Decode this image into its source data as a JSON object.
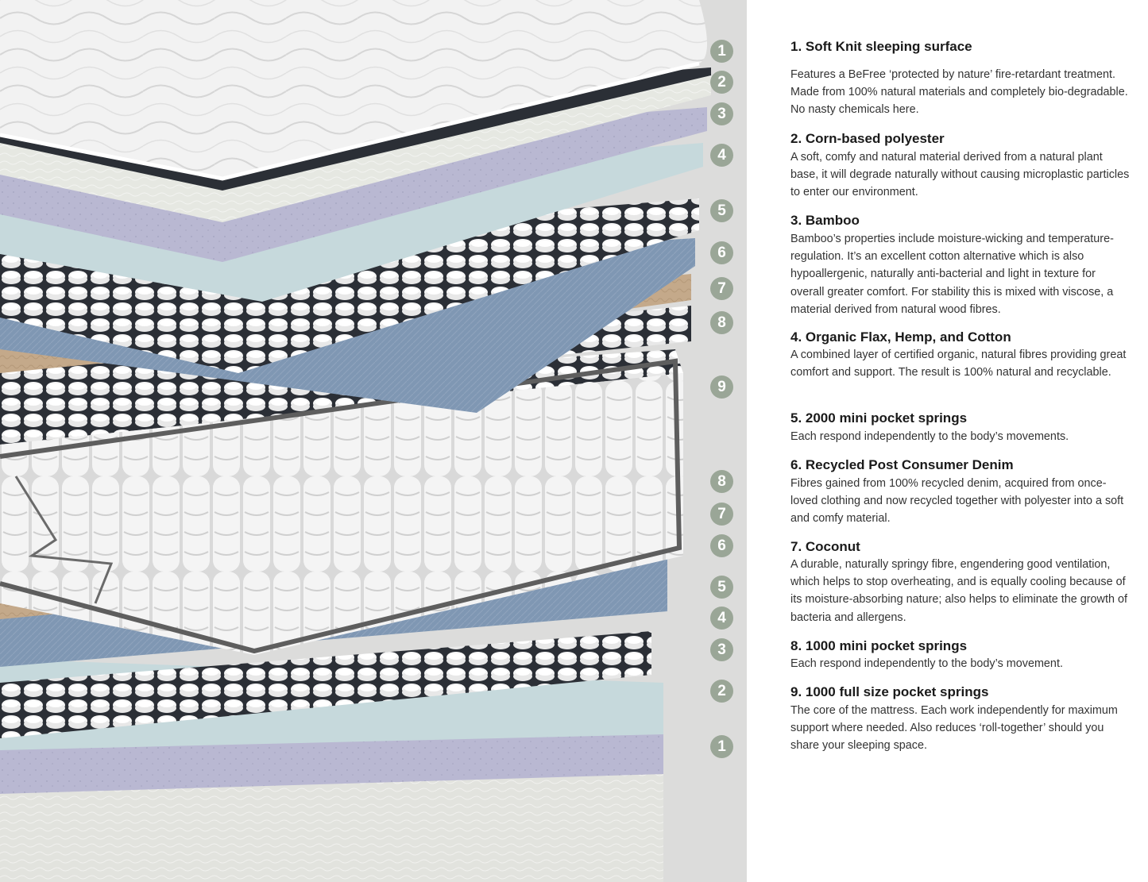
{
  "colors": {
    "panel_bg": "#dcdcdb",
    "badge": "#9aa697",
    "knit": "#f1f1f1",
    "polyester": "#e6e8e2",
    "bamboo": "#b9b8d2",
    "organic": "#c6d9dc",
    "denim": "#7f97b3",
    "coconut": "#c4a98a",
    "dark": "#2b2f36"
  },
  "top_badges": [
    "1",
    "2",
    "3",
    "4",
    "5",
    "6",
    "7",
    "8",
    "9"
  ],
  "bottom_badges": [
    "8",
    "7",
    "6",
    "5",
    "4",
    "3",
    "2",
    "1"
  ],
  "layers": [
    {
      "title": "1. Soft Knit sleeping surface",
      "body": "Features a BeFree ‘protected by nature’ fire-retardant treatment. Made from 100% natural materials and completely bio-degradable. No nasty chemicals here."
    },
    {
      "title": "2. Corn-based polyester",
      "body": "A soft, comfy and natural material derived from a natural plant base, it will degrade naturally without causing microplastic particles to enter our environment."
    },
    {
      "title": "3. Bamboo",
      "body": "Bamboo’s properties include moisture-wicking and temperature-regulation. It’s an excellent cotton alternative which is also hypoallergenic, naturally anti-bacterial and light in texture for overall greater comfort. For stability this is mixed with viscose, a material derived from natural wood fibres."
    },
    {
      "title": "4. Organic Flax, Hemp, and Cotton",
      "body": "A combined layer of certified organic, natural fibres providing great comfort and support. The result is 100% natural and recyclable."
    },
    {
      "title": "5. 2000 mini pocket springs",
      "body": "Each respond independently to the body’s movements."
    },
    {
      "title": "6. Recycled Post Consumer Denim",
      "body": "Fibres gained from 100% recycled denim, acquired from once-loved clothing and now recycled together with polyester into a soft and comfy material."
    },
    {
      "title": "7. Coconut",
      "body": "A durable, naturally springy fibre, engendering good ventilation, which helps to stop overheating, and is equally cooling because of its moisture-absorbing nature; also helps to eliminate the growth of bacteria and allergens."
    },
    {
      "title": "8. 1000 mini pocket springs",
      "body": "Each respond independently to the body’s movement."
    },
    {
      "title": "9. 1000 full size pocket springs",
      "body": "The core of the mattress. Each work independently for maximum support where needed. Also reduces ‘roll-together’ should you share your sleeping space."
    }
  ]
}
